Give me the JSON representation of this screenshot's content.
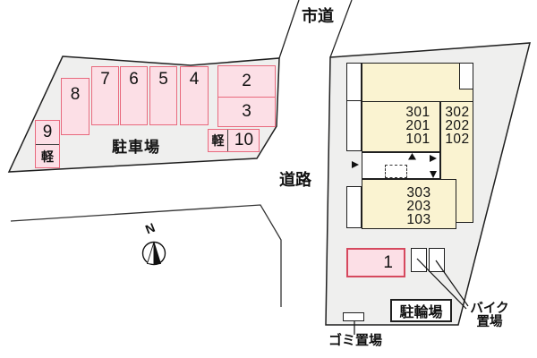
{
  "roads": {
    "city_road_label": "市道",
    "road_label": "道路"
  },
  "compass": {
    "north_label": "N"
  },
  "parking_lot": {
    "area_label": "駐車場",
    "stall_8": "8",
    "stall_7": "7",
    "stall_6": "6",
    "stall_5": "5",
    "stall_4": "4",
    "stall_2": "2",
    "stall_3": "3",
    "stall_9": {
      "number": "9",
      "kei": "軽"
    },
    "stall_10": {
      "number": "10",
      "kei": "軽"
    },
    "stall_1": "1"
  },
  "building": {
    "units_left_column": [
      "301",
      "201",
      "101"
    ],
    "units_right_column": [
      "302",
      "202",
      "102"
    ],
    "units_bottom_block": [
      "303",
      "203",
      "103"
    ]
  },
  "site": {
    "bike_parking_label": [
      "バイク",
      "置場"
    ],
    "bicycle_parking_label": "駐輪場",
    "garbage_area_label": "ゴミ置場"
  },
  "colors": {
    "parcel_fill": "#efefee",
    "stall_fill": "#fcdfe6",
    "stall_border": "#e8697d",
    "stall1_border": "#d6495e",
    "building_fill": "#faf3d1",
    "outline": "#1f1f1f"
  }
}
